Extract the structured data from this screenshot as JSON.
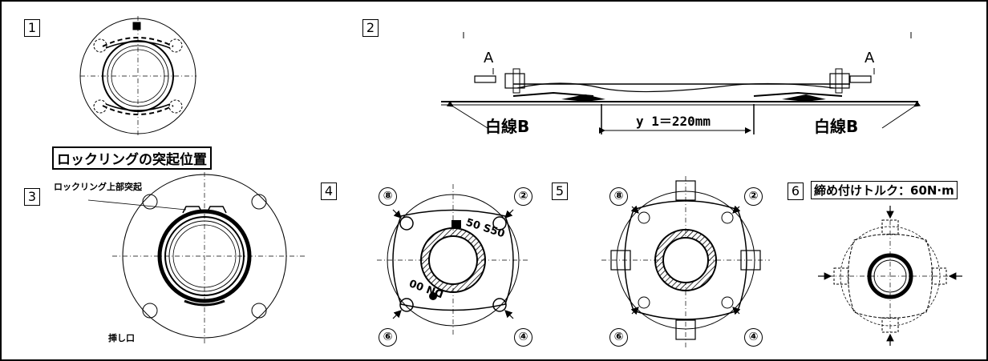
{
  "steps": {
    "s1": {
      "number": "1",
      "caption": "ロックリングの突起位置"
    },
    "s2": {
      "number": "2",
      "label_a_left": "A",
      "label_a_right": "A",
      "white_line_left": "白線B",
      "white_line_right": "白線B",
      "dimension": "y 1＝220mm"
    },
    "s3": {
      "number": "3",
      "top_label": "ロックリング上部突起",
      "bottom_label": "挿し口"
    },
    "s4": {
      "number": "4",
      "marks": [
        "⑧",
        "②",
        "⑥",
        "④"
      ],
      "flange_text_top": "50 S50",
      "flange_text_bottom": "DN 00"
    },
    "s5": {
      "number": "5",
      "marks": [
        "⑧",
        "②",
        "⑥",
        "④"
      ]
    },
    "s6": {
      "number": "6",
      "torque_label": "締め付けトルク：60N·m"
    }
  }
}
